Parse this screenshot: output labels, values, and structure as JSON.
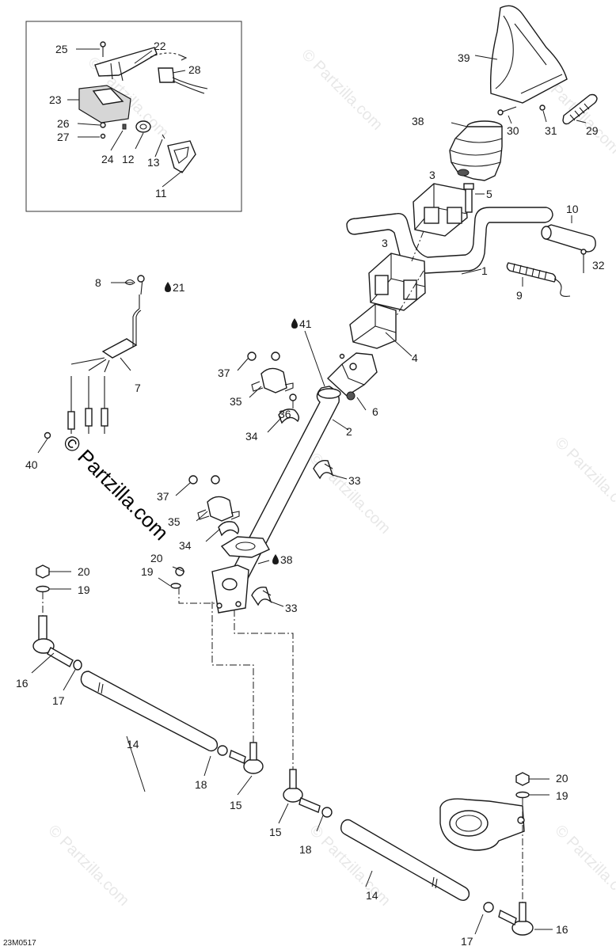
{
  "diagram_code": "23M0517",
  "watermark": "© Partzilla.com",
  "drop_symbol": "💧",
  "callouts": {
    "c1": "1",
    "c2": "2",
    "c3a": "3",
    "c3b": "3",
    "c4": "4",
    "c5": "5",
    "c6": "6",
    "c7": "7",
    "c8": "8",
    "c9": "9",
    "c10": "10",
    "c11": "11",
    "c12": "12",
    "c13": "13",
    "c14a": "14",
    "c14b": "14",
    "c15a": "15",
    "c15b": "15",
    "c16a": "16",
    "c16b": "16",
    "c17a": "17",
    "c17b": "17",
    "c18a": "18",
    "c18b": "18",
    "c19a": "19",
    "c19b": "19",
    "c19c": "19",
    "c20a": "20",
    "c20b": "20",
    "c20c": "20",
    "c21": "21",
    "c22": "22",
    "c23": "23",
    "c24": "24",
    "c25": "25",
    "c26": "26",
    "c27": "27",
    "c28": "28",
    "c29": "29",
    "c30": "30",
    "c31": "31",
    "c32": "32",
    "c33a": "33",
    "c33b": "33",
    "c34a": "34",
    "c34b": "34",
    "c35a": "35",
    "c35b": "35",
    "c36": "36",
    "c37a": "37",
    "c37b": "37",
    "c38a": "38",
    "c38b": "38",
    "c39": "39",
    "c40": "40",
    "c41": "41"
  }
}
